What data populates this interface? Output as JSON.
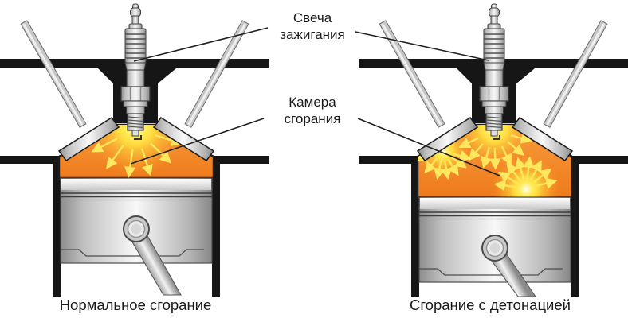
{
  "annotations": {
    "spark_plug_label": "Свеча зажигания",
    "combustion_chamber_label": "Камера сгорания"
  },
  "panels": [
    {
      "id": "normal-combustion",
      "caption": "Нормальное сгорание"
    },
    {
      "id": "detonation-combustion",
      "caption": "Сгорание с детонацией"
    }
  ],
  "icons": {
    "flame_arrow": "arrow-icon"
  },
  "colors": {
    "flame_orange": "#F5821F",
    "flame_yellow_glow": "#FFE94A",
    "arrow_yellow": "#FFE75E",
    "engine_black": "#161616",
    "metal_silver": "#F2F2F2"
  }
}
